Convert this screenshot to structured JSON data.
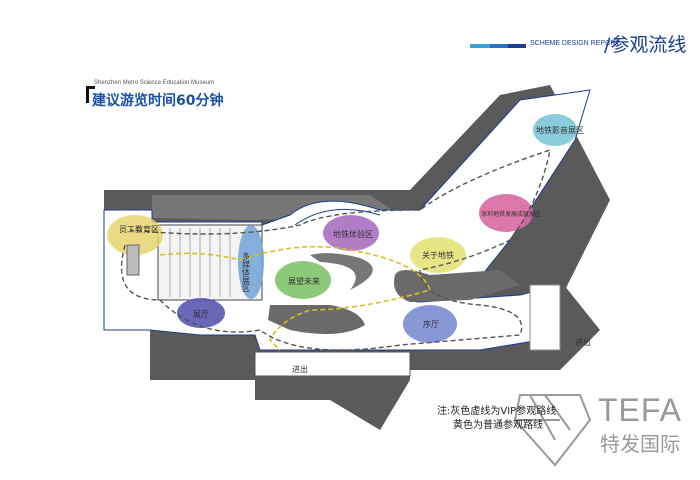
{
  "header": {
    "subtitle_en": "SCHEME DESIGN REPORT",
    "title": "/参观流线"
  },
  "museum": {
    "name_en": "Shenzhen Metro Science Education Museum",
    "tour_time": "建议游览时间60分钟"
  },
  "zones": [
    {
      "label": "员工教育区",
      "color": "#e6d470"
    },
    {
      "label": "多媒体展区",
      "color": "#7aa6d8"
    },
    {
      "label": "展厅",
      "color": "#5a55b0"
    },
    {
      "label": "展望未来",
      "color": "#7fc46a"
    },
    {
      "label": "地铁体验区",
      "color": "#a970c0"
    },
    {
      "label": "关于地铁",
      "color": "#e6e27a"
    },
    {
      "label": "深圳地铁发展成就展区",
      "color": "#d868a0"
    },
    {
      "label": "地铁影音展区",
      "color": "#7cc8d8"
    },
    {
      "label": "序厅",
      "color": "#7c8cd0"
    }
  ],
  "entrances": [
    "进出",
    "进出"
  ],
  "legend": {
    "line1": "注:灰色虚线为VIP参观路线",
    "line2": "黄色为普通参观路线",
    "vip_color": "#555555",
    "normal_color": "#d8c020"
  },
  "brand": {
    "name": "TEFA",
    "name_cn": "特发国际"
  }
}
